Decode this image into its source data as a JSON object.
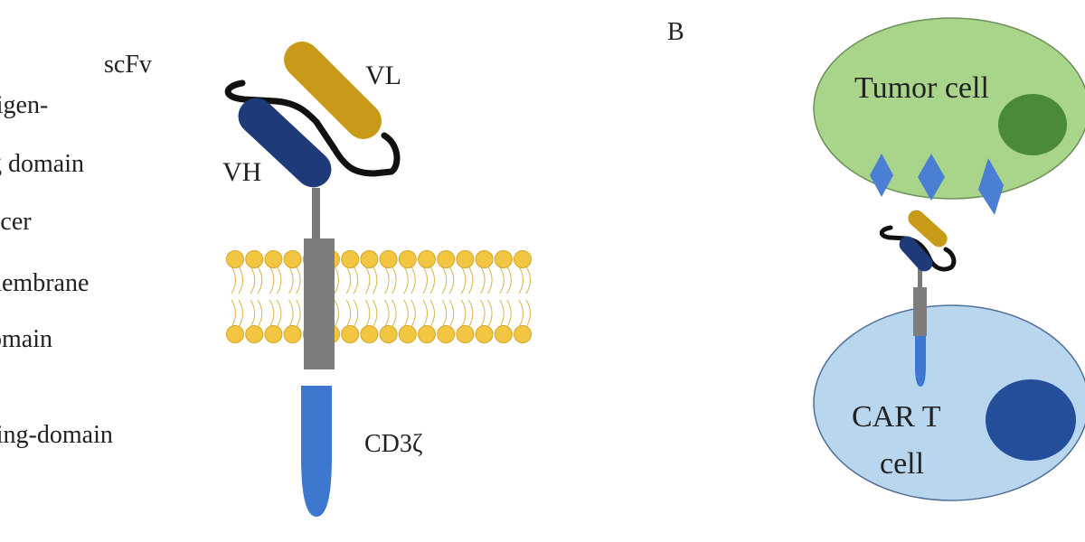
{
  "panel_a": {
    "left_labels": [
      "tigen-",
      "g domain",
      "acer",
      "nembrane",
      "omain",
      "ling-domain"
    ],
    "scfv": "scFv",
    "vl": "VL",
    "vh": "VH",
    "cd3z": "CD3ζ"
  },
  "panel_b": {
    "letter": "B",
    "tumor_label": "Tumor  cell",
    "cart_line1": "CAR T",
    "cart_line2": "cell"
  },
  "colors": {
    "vl": "#c99a18",
    "vh": "#1e3a78",
    "linker": "#111111",
    "hinge": "#7a7a7a",
    "tm": "#7d7d7d",
    "cd3z": "#3d77cf",
    "lipid_head": "#f2c640",
    "lipid_tail": "#d9b24a",
    "tumor_fill": "#a8d58a",
    "tumor_nucleus": "#4a8a3a",
    "antigen": "#4a7fd4",
    "tcell_fill": "#b9d6ef",
    "tcell_nucleus": "#244e9a"
  }
}
